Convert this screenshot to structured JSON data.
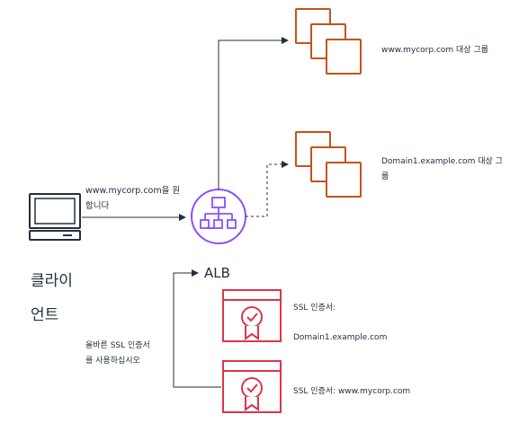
{
  "client": {
    "label_line1": "클라이",
    "label_line2": "언트",
    "request_line1": "www.mycorp.com을 원",
    "request_line2": "합니다"
  },
  "load_balancer": {
    "label": "ALB"
  },
  "target_groups": [
    {
      "label_line1": "www.mycorp.com 대상 그룹",
      "label_line2": ""
    },
    {
      "label_line1": "Domain1.example.com 대상 그",
      "label_line2": "룹"
    }
  ],
  "certificates": [
    {
      "label_line1": "SSL 인증서:",
      "label_line2": "Domain1.example.com"
    },
    {
      "label_line1": "SSL 인증서: www.mycorp.com",
      "label_line2": ""
    }
  ],
  "sni_note": {
    "line1": "올바른 SSL 인증서",
    "line2": "를 사용하십시오"
  },
  "colors": {
    "ec2_orange": "#c8511b",
    "elb_purple": "#8c4fff",
    "cert_red": "#dd344c",
    "ink": "#232f3e"
  }
}
